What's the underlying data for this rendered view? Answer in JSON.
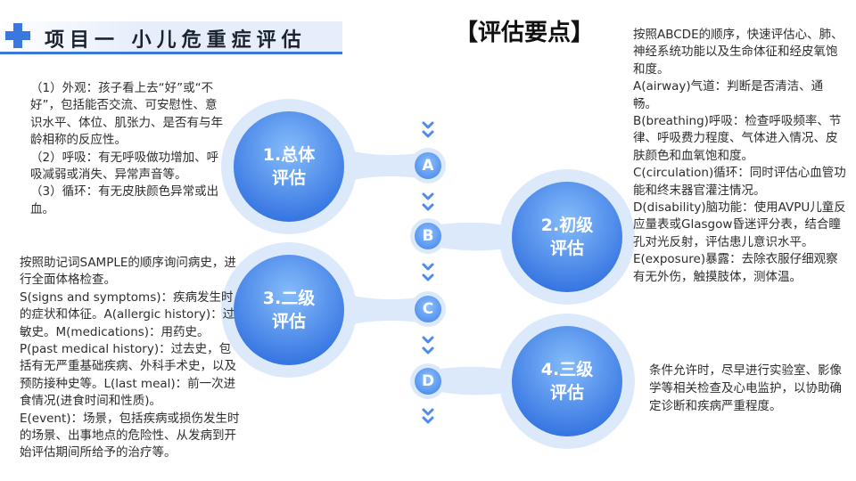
{
  "header": {
    "title": "项目一  小儿危重症评估",
    "section_title": "【评估要点】"
  },
  "stages": [
    {
      "label_line1": "1.总体",
      "label_line2": "评估"
    },
    {
      "label_line1": "2.初级",
      "label_line2": "评估"
    },
    {
      "label_line1": "3.二级",
      "label_line2": "评估"
    },
    {
      "label_line1": "4.三级",
      "label_line2": "评估"
    }
  ],
  "nodes": [
    "A",
    "B",
    "C",
    "D"
  ],
  "general_assessment": [
    "（1）外观：孩子看上去“好”或“不好”，包括能否交流、可安慰性、意识水平、体位、肌张力、是否有与年龄相称的反应性。",
    "（2）呼吸：有无呼吸做功增加、呼吸减弱或消失、异常声音等。",
    "（3）循环：有无皮肤颜色异常或出血。"
  ],
  "primary_assessment": [
    "按照ABCDE的顺序，快速评估心、肺、神经系统功能以及生命体征和经皮氧饱和度。",
    "A(airway)气道：判断是否清洁、通畅。",
    "B(breathing)呼吸：检查呼吸频率、节律、呼吸费力程度、气体进入情况、皮肤颜色和血氧饱和度。",
    "C(circulation)循环：同时评估心血管功能和终末器官灌注情况。",
    "D(disability)脑功能：使用AVPU儿童反应量表或Glasgow昏迷评分表，结合瞳孔对光反射，评估患儿意识水平。",
    "E(exposure)暴露：去除衣服仔细观察有无外伤，触摸肢体，测体温。"
  ],
  "secondary_assessment": [
    "按照助记词SAMPLE的顺序询问病史，进行全面体格检查。",
    "S(signs and symptoms)：疾病发生时的症状和体征。A(allergic history)：过敏史。M(medications)：用药史。P(past medical history)：过去史，包括有无严重基础疾病、外科手术史，以及预防接种史等。L(last meal)：前一次进食情况(进食时间和性质)。",
    "E(event)：场景，包括疾病或损伤发生时的场景、出事地点的危险性、从发病到开始评估期间所给予的治疗等。"
  ],
  "tertiary_assessment": [
    "条件允许时，尽早进行实验室、影像学等相关检查及心电监护，以协助确定诊断和疾病严重程度。"
  ],
  "colors": {
    "accent": "#3a78e0",
    "circle_light": "#7ab4f8",
    "circle_dark": "#2f6fe0",
    "halo": "#dce9fb",
    "node": "#5b9bf0"
  }
}
